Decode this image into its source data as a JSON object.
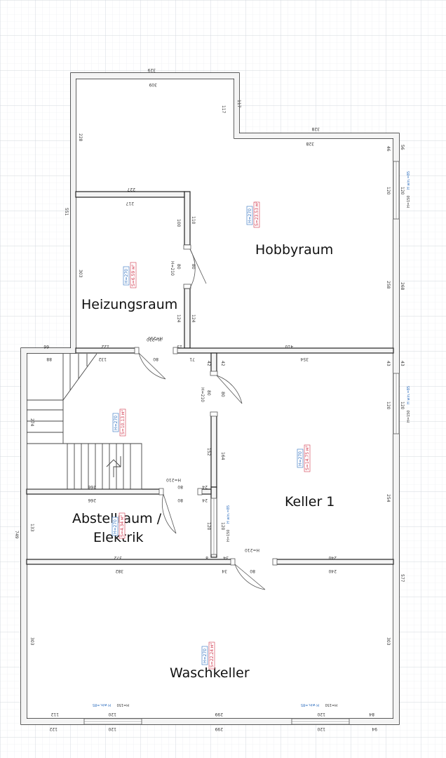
{
  "rooms": {
    "hobby": {
      "name": "Hobbyraum",
      "height": "H=270",
      "area": "S=23.53 м²"
    },
    "heizung": {
      "name": "Heizungsraum",
      "height": "H=270",
      "area": "S=6.59 м²"
    },
    "flur": {
      "height": "H=270",
      "area": "S=10.13 м²"
    },
    "abstell": {
      "name_line1": "Abstellraum /",
      "name_line2": "Elektrik",
      "height": "H=270",
      "area": "S=4.34 м²"
    },
    "keller1": {
      "name": "Keller 1",
      "height": "H=270",
      "area": "S=14.75 м²"
    },
    "wasch": {
      "name": "Waschkeller",
      "height": "H=270",
      "area": "S=22.24 м²"
    }
  },
  "dimensions": {
    "top_outer": "329",
    "top_inner": "309",
    "step_inner": "117",
    "step_outer": "117",
    "ne_outer": "328",
    "ne_inner": "328",
    "left_outer_top": "551",
    "left_inner_top": "228",
    "mid_wall_top": "227",
    "mid_wall_bottom": "217",
    "heiz_left": "303",
    "heiz_door_top": "100",
    "heiz_door_upper": "110",
    "heiz_door_w": "80",
    "heiz_door_w2": "80",
    "heiz_door_low": "124",
    "heiz_door_low2": "124",
    "heiz_h": "H=210",
    "right_top_46": "46",
    "right_top_56": "56",
    "win1": "120",
    "win1b": "120",
    "right_mid_258": "258",
    "right_mid_268": "268",
    "hobby_bottom": "410",
    "heiz_bottom": "122",
    "heiz_bottom_15": "15",
    "wing_66": "66",
    "stair_88": "88",
    "stair_132": "132",
    "door_b": "80",
    "door_b_h": "H=210",
    "w71": "71",
    "w42": "42",
    "w42b": "42",
    "w354": "354",
    "w43": "43",
    "w43b": "43",
    "stair_274": "274",
    "door_c": "80",
    "door_c_h": "H=210",
    "door_c_80b": "80",
    "w152": "152",
    "w164": "164",
    "win2": "120",
    "win2b": "120",
    "stair_266": "266",
    "door_d": "80",
    "door_d_h": "H=210",
    "w24": "24",
    "w24b": "24",
    "abst_266": "266",
    "abst_133": "133",
    "abst_120": "120",
    "abst_120b": "120",
    "abst_372": "372",
    "keller_254": "254",
    "keller_240": "240",
    "keller_240b": "240",
    "door_e_h": "H=210",
    "door_e": "80",
    "w34": "34",
    "w34b": "34",
    "w8": "8",
    "wasch_382": "382",
    "wasch_303": "303",
    "wasch_303b": "303",
    "left_749": "749",
    "right_577": "577",
    "w112": "112",
    "w120a": "120",
    "w299": "299",
    "w120b": "120",
    "w84": "84",
    "b122": "122",
    "b120": "120",
    "b299": "299",
    "b120b": "120",
    "b94": "94"
  },
  "windows": {
    "h150": "H=150",
    "hwin": "H win.=85"
  }
}
